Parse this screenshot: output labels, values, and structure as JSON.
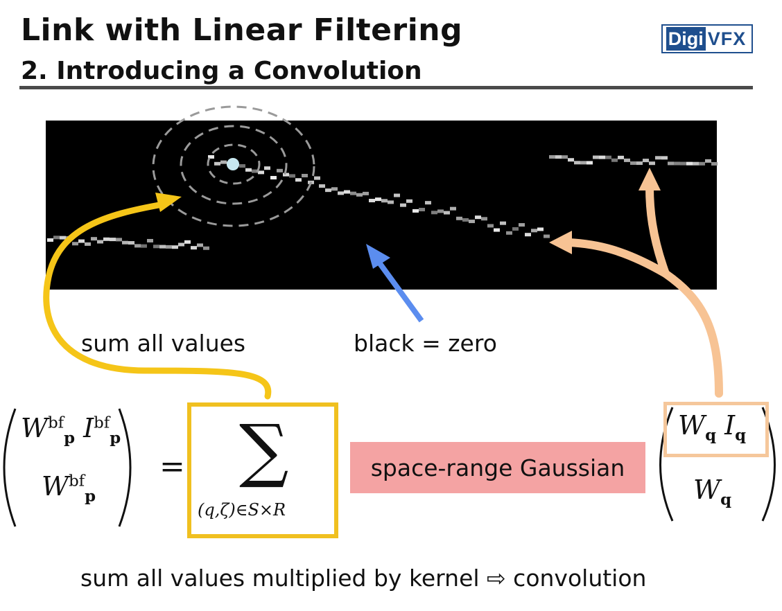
{
  "slide": {
    "title": "Link with Linear Filtering",
    "subtitle": "2. Introducing a Convolution",
    "logo": {
      "part1": "Digi",
      "part2": "VFX",
      "color": "#1f4f8e"
    }
  },
  "labels": {
    "sum_all_values": "sum all values",
    "black_zero": "black = zero",
    "space_range_gaussian": "space-range Gaussian",
    "bottom_caption": "sum all values multiplied by kernel ⇨ convolution"
  },
  "equation": {
    "lhs_top_a": "W",
    "lhs_top_a_sup": "bf",
    "lhs_top_a_sub": "p",
    "lhs_top_b": "I",
    "lhs_top_b_sup": "bf",
    "lhs_top_b_sub": "p",
    "lhs_bottom": "W",
    "lhs_bottom_sup": "bf",
    "lhs_bottom_sub": "p",
    "equals": "=",
    "sum_symbol": "∑",
    "sum_subscript": "(q,ζ)∈S×R",
    "rhs_top_a": "W",
    "rhs_top_a_sub": "q",
    "rhs_top_b": "I",
    "rhs_top_b_sub": "q",
    "rhs_bottom": "W",
    "rhs_bottom_sub": "q"
  },
  "colors": {
    "yellow_arrow": "#f5c518",
    "orange_arrow": "#f7c394",
    "blue_arrow": "#5b8def",
    "gaussian_box": "#f4a3a3",
    "point": "#c8e8f0"
  }
}
